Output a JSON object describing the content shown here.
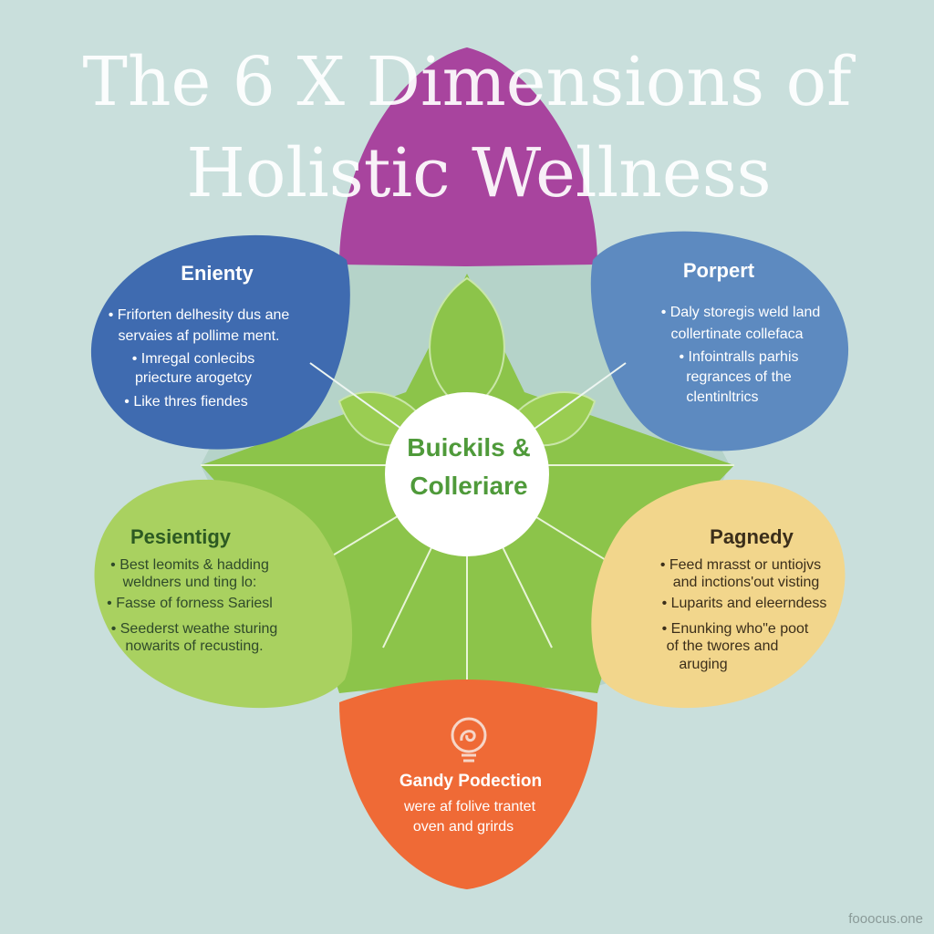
{
  "title": {
    "line1": "The 6 X Dimensions of",
    "line2": "Holistic Wellness"
  },
  "center": {
    "line1": "Buickils &",
    "line2": "Colleriare"
  },
  "petals": {
    "top_left": {
      "title": "Enienty",
      "lines": [
        "• Friforten delhesity dus ane",
        "servaies af pollime ment.",
        "• Imregal conlecibs",
        "priecture arogetcy",
        "• Like thres fiendes"
      ]
    },
    "top_right": {
      "title": "Porpert",
      "lines": [
        "• Daly storegis weld land",
        "collertinate collefaca",
        "• Infointralls parhis",
        "regrances of the",
        "clentinltrics"
      ]
    },
    "mid_left": {
      "title": "Pesientigy",
      "lines": [
        "• Best leomits & hadding",
        "weldners und ting lo:",
        "• Fasse of forness Sariesl",
        "• Seederst weathe sturing",
        "nowarits of recusting."
      ]
    },
    "mid_right": {
      "title": "Pagnedy",
      "lines": [
        "• Feed mrasst or untiojvs",
        "and inctions'out visting",
        "• Luparits and eleerndess",
        "• Enunking who\"e poot",
        "of the twores and",
        "aruging"
      ]
    },
    "bottom": {
      "title": "Gandy Podection",
      "lines": [
        "were af folive trantet",
        "oven and grirds"
      ],
      "icon": "lightbulb-icon"
    }
  },
  "watermark": "fooocus.one",
  "colors": {
    "background": "#c9dfdc",
    "purple": "#a8449e",
    "blue": "#3f6bb0",
    "steel_blue": "#5d8ac0",
    "green": "#8cc44a",
    "light_green": "#a9d160",
    "yellow": "#f2d68c",
    "orange": "#ef6a36",
    "center_text": "#4f9a3a"
  }
}
